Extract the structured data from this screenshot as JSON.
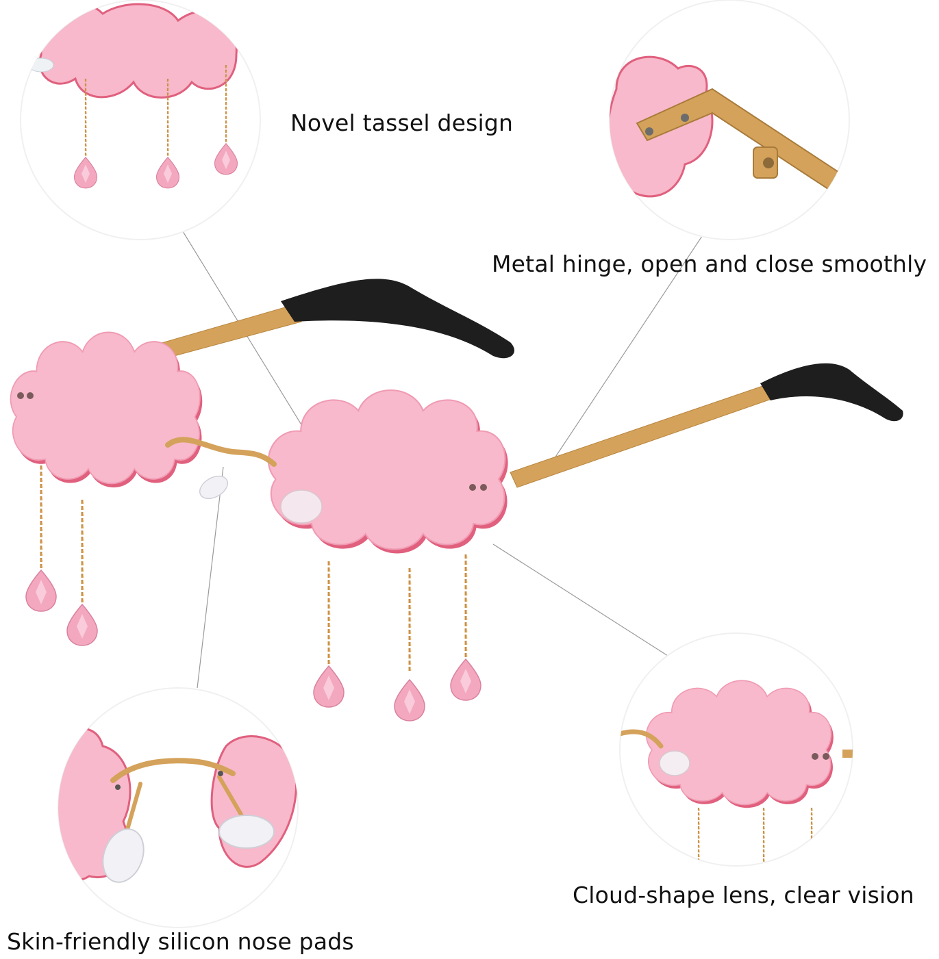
{
  "captions": {
    "tassel": "Novel tassel design",
    "hinge": "Metal hinge, open and close smoothly",
    "lens": "Cloud-shape lens, clear vision",
    "nose_pads": "Skin-friendly silicon nose pads"
  },
  "colors": {
    "background": "#ffffff",
    "lens_pink": "#f7b9cb",
    "lens_edge": "#e0607e",
    "gold": "#d4a25a",
    "temple_tip": "#1e1e1e",
    "crystal": "#f3a8c0",
    "leader_line": "#9a9a9a"
  },
  "icons": {
    "main_product": "cloud-sunglasses-icon",
    "detail_tassel": "tassel-chain-icon",
    "detail_hinge": "metal-hinge-icon",
    "detail_lens": "cloud-lens-icon",
    "detail_nose": "nose-pad-icon"
  }
}
